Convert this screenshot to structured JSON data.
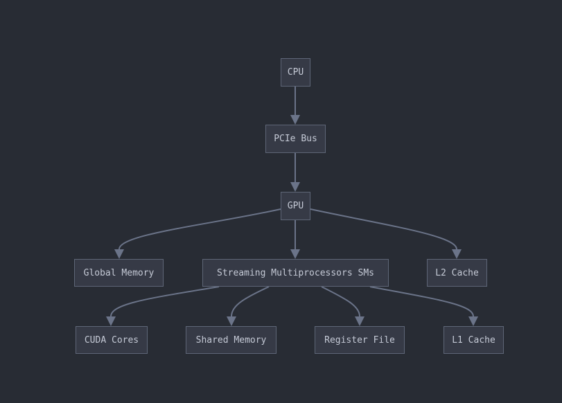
{
  "diagram": {
    "nodes": {
      "cpu": "CPU",
      "pcie": "PCIe Bus",
      "gpu": "GPU",
      "global_memory": "Global Memory",
      "sms": "Streaming Multiprocessors SMs",
      "l2_cache": "L2 Cache",
      "cuda_cores": "CUDA Cores",
      "shared_memory": "Shared Memory",
      "register_file": "Register File",
      "l1_cache": "L1 Cache"
    },
    "edges": [
      {
        "from": "CPU",
        "to": "PCIe Bus"
      },
      {
        "from": "PCIe Bus",
        "to": "GPU"
      },
      {
        "from": "GPU",
        "to": "Global Memory"
      },
      {
        "from": "GPU",
        "to": "Streaming Multiprocessors SMs"
      },
      {
        "from": "GPU",
        "to": "L2 Cache"
      },
      {
        "from": "Streaming Multiprocessors SMs",
        "to": "CUDA Cores"
      },
      {
        "from": "Streaming Multiprocessors SMs",
        "to": "Shared Memory"
      },
      {
        "from": "Streaming Multiprocessors SMs",
        "to": "Register File"
      },
      {
        "from": "Streaming Multiprocessors SMs",
        "to": "L1 Cache"
      }
    ],
    "colors": {
      "background": "#282c34",
      "node_fill": "#363a46",
      "node_border": "#5e6677",
      "edge": "#6b7489",
      "text": "#c5cad6"
    }
  }
}
